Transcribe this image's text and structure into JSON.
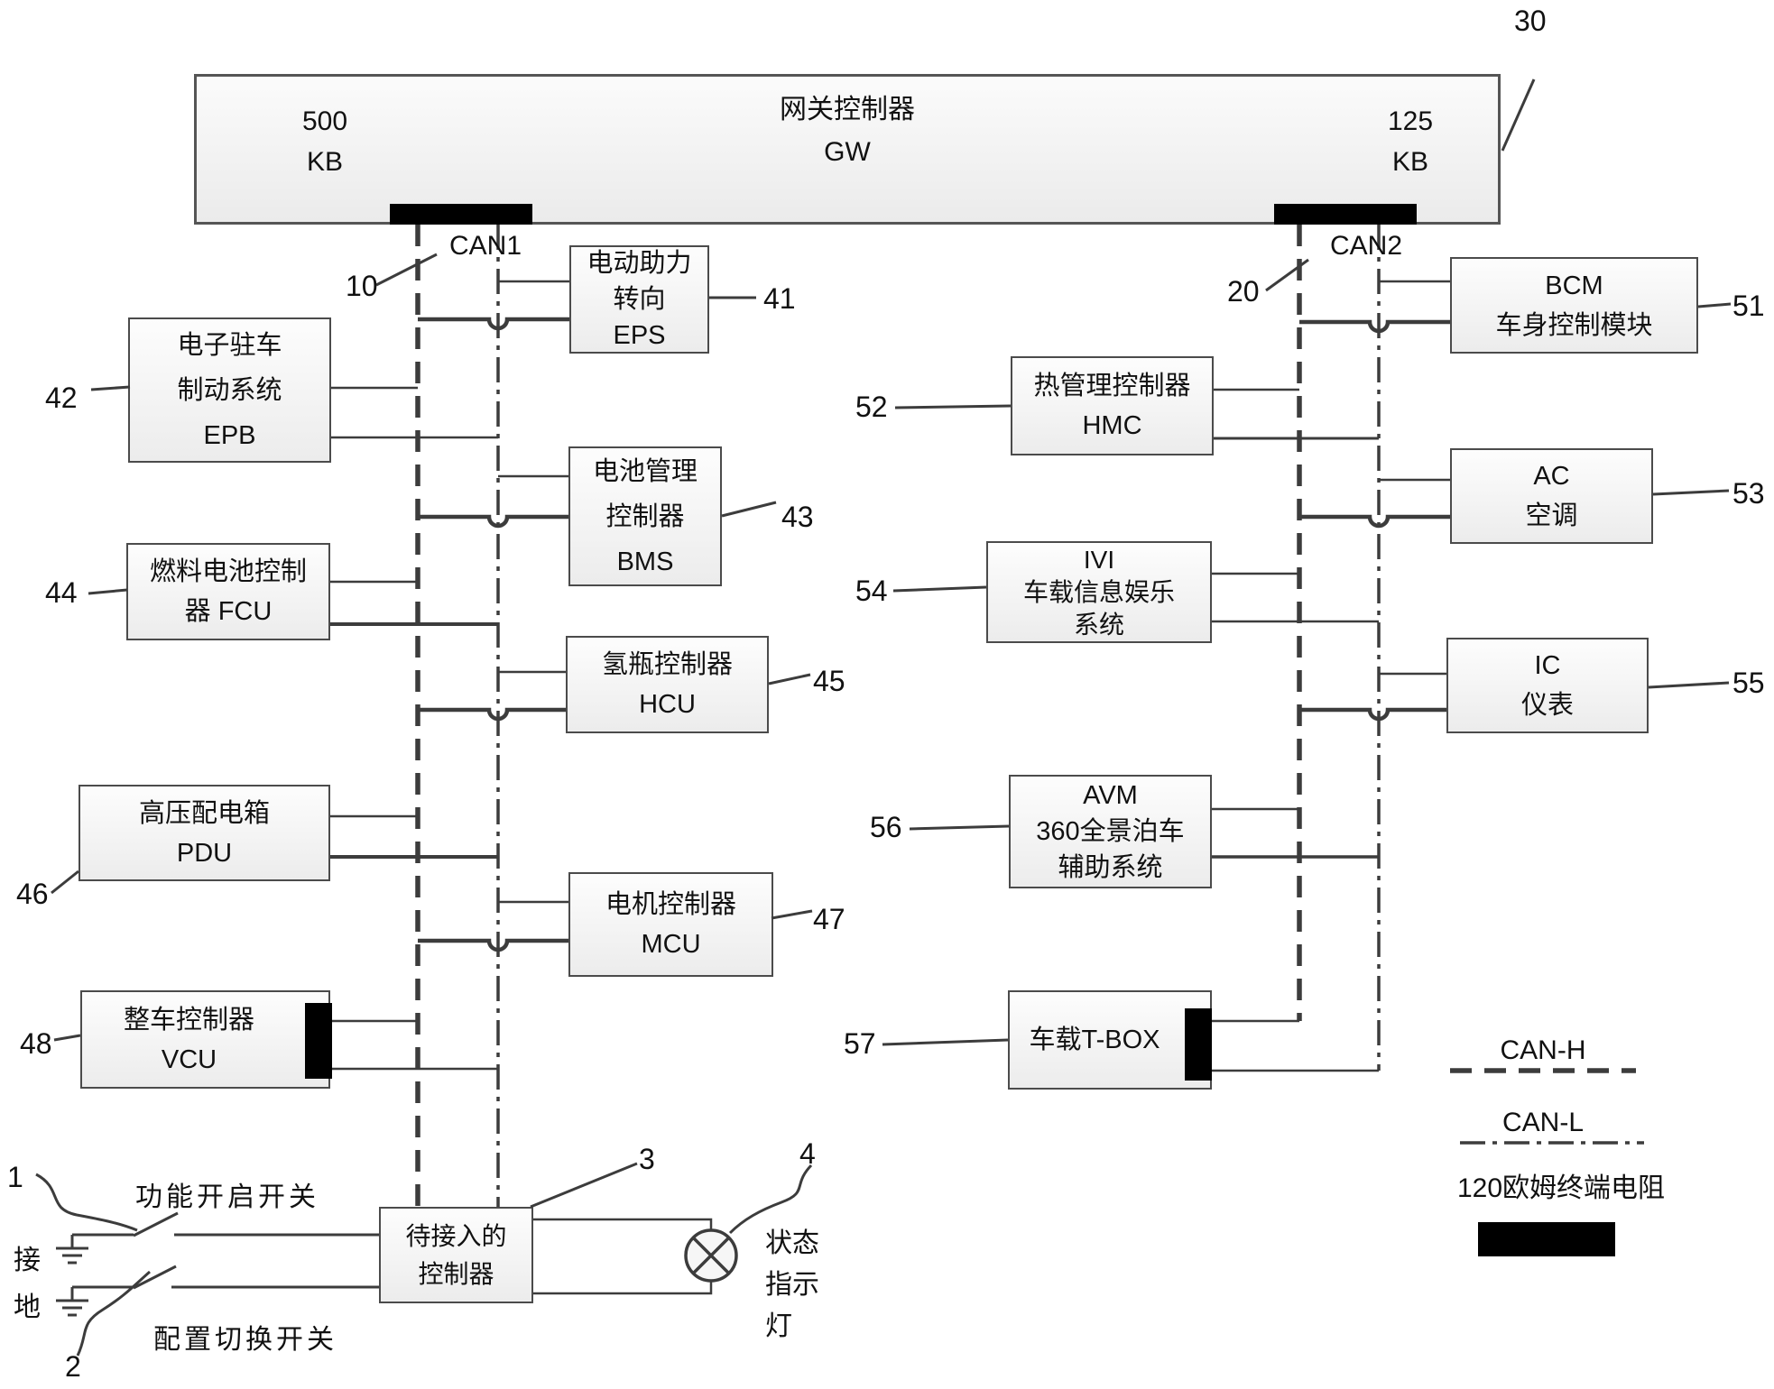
{
  "gateway": {
    "name_cn": "网关控制器",
    "name_en": "GW",
    "left_bitrate": [
      "500",
      "KB"
    ],
    "right_bitrate": [
      "125",
      "KB"
    ],
    "ref": "30"
  },
  "buses": {
    "can1": {
      "label": "CAN1",
      "ref": "10"
    },
    "can2": {
      "label": "CAN2",
      "ref": "20"
    }
  },
  "nodes": {
    "eps": {
      "lines": [
        "电动助力",
        "转向",
        "EPS"
      ],
      "ref": "41"
    },
    "epb": {
      "lines": [
        "电子驻车",
        "制动系统",
        "EPB"
      ],
      "ref": "42"
    },
    "bms": {
      "lines": [
        "电池管理",
        "控制器",
        "BMS"
      ],
      "ref": "43"
    },
    "fcu": {
      "lines": [
        "燃料电池控制",
        "器  FCU"
      ],
      "ref": "44"
    },
    "hcu": {
      "lines": [
        "氢瓶控制器",
        "HCU"
      ],
      "ref": "45"
    },
    "pdu": {
      "lines": [
        "高压配电箱",
        "PDU"
      ],
      "ref": "46"
    },
    "mcu": {
      "lines": [
        "电机控制器",
        "MCU"
      ],
      "ref": "47"
    },
    "vcu": {
      "lines": [
        "整车控制器",
        "VCU"
      ],
      "ref": "48"
    },
    "bcm": {
      "lines": [
        "BCM",
        "车身控制模块"
      ],
      "ref": "51"
    },
    "hmc": {
      "lines": [
        "热管理控制器",
        "HMC"
      ],
      "ref": "52"
    },
    "ac": {
      "lines": [
        "AC",
        "空调"
      ],
      "ref": "53"
    },
    "ivi": {
      "lines": [
        "IVI",
        "车载信息娱乐",
        "系统"
      ],
      "ref": "54"
    },
    "ic": {
      "lines": [
        "IC",
        "仪表"
      ],
      "ref": "55"
    },
    "avm": {
      "lines": [
        "AVM",
        "360全景泊车",
        "辅助系统"
      ],
      "ref": "56"
    },
    "tbox": {
      "lines": [
        "车载T-BOX"
      ],
      "ref": "57"
    },
    "pending": {
      "lines": [
        "待接入的",
        "控制器"
      ],
      "ref": "3"
    }
  },
  "bottom": {
    "ground_label": [
      "接",
      "地"
    ],
    "switch1": {
      "label": "功能开启开关",
      "ref": "1"
    },
    "switch2": {
      "label": "配置切换开关",
      "ref": "2"
    },
    "lamp": {
      "label": [
        "状态",
        "指示",
        "灯"
      ],
      "ref": "4"
    }
  },
  "legend": {
    "can_h": "CAN-H",
    "can_l": "CAN-L",
    "terminator": "120欧姆终端电阻"
  }
}
